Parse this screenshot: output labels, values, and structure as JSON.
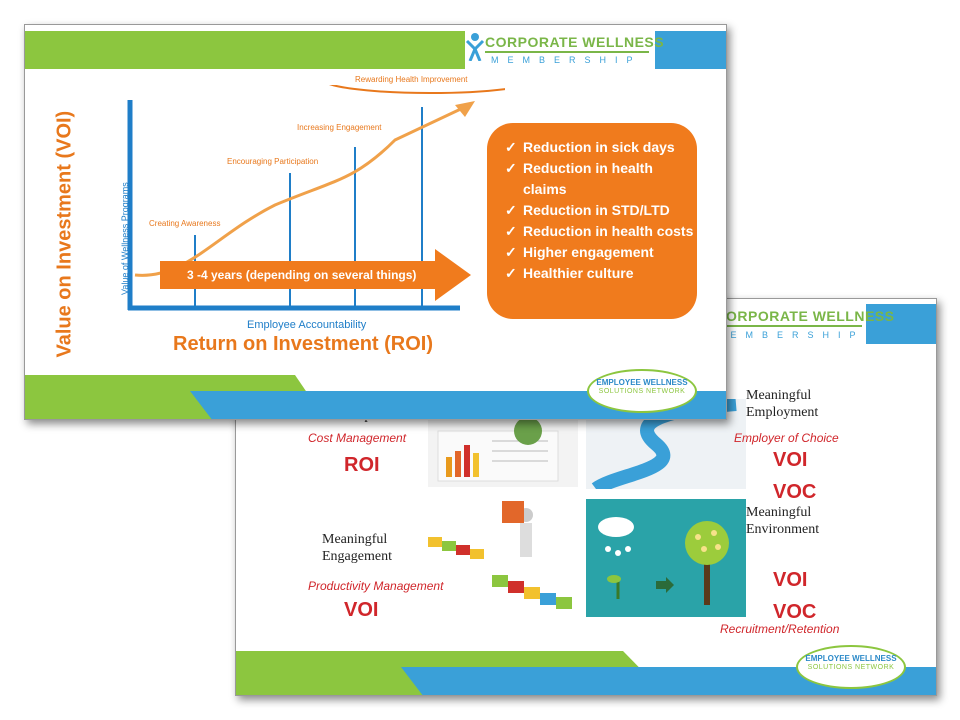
{
  "colors": {
    "green": "#8cc63f",
    "blue": "#3aa0d8",
    "orange": "#f07b1d",
    "dark_orange": "#e8781c",
    "red": "#d0262b",
    "axis_blue": "#1f7ec8"
  },
  "back_slide": {
    "logo": {
      "title": "ORPORATE WELLNESS",
      "subtitle": "MEMBERSHIP"
    },
    "quadrants": [
      {
        "title": "Enterprise",
        "subtitle": "Cost Management",
        "metrics": [
          "ROI"
        ]
      },
      {
        "title": "Meaningful Employment",
        "subtitle": "Employer of Choice",
        "metrics": [
          "VOI",
          "VOC"
        ]
      },
      {
        "title": "Meaningful Engagement",
        "subtitle": "Productivity Management",
        "metrics": [
          "VOI"
        ]
      },
      {
        "title": "Meaningful Environment",
        "subtitle": "Recruitment/Retention",
        "metrics": [
          "VOI",
          "VOC"
        ]
      }
    ],
    "badge": {
      "line1": "EMPLOYEE",
      "line2": "WELLNESS",
      "line3": "SOLUTIONS NETWORK"
    }
  },
  "front_slide": {
    "logo": {
      "title": "CORPORATE WELLNESS",
      "subtitle": "MEMBERSHIP",
      "icon": "person-icon"
    },
    "vertical_title": "Value on Investment (VOI)",
    "y_axis_label": "Value of Wellness Programs",
    "x_axis_label": "Employee Accountability",
    "bottom_title": "Return on Investment (ROI)",
    "stages": [
      "Creating Awareness",
      "Encouraging Participation",
      "Increasing Engagement",
      "Rewarding Health Improvement"
    ],
    "arrow_text": "3 -4 years (depending on several things)",
    "benefits": [
      "Reduction in sick days",
      "Reduction in health claims",
      "Reduction in STD/LTD",
      "Reduction in health costs",
      "Higher engagement",
      "Healthier culture"
    ],
    "badge": {
      "line1": "EMPLOYEE",
      "line2": "WELLNESS",
      "line3": "SOLUTIONS NETWORK"
    }
  }
}
